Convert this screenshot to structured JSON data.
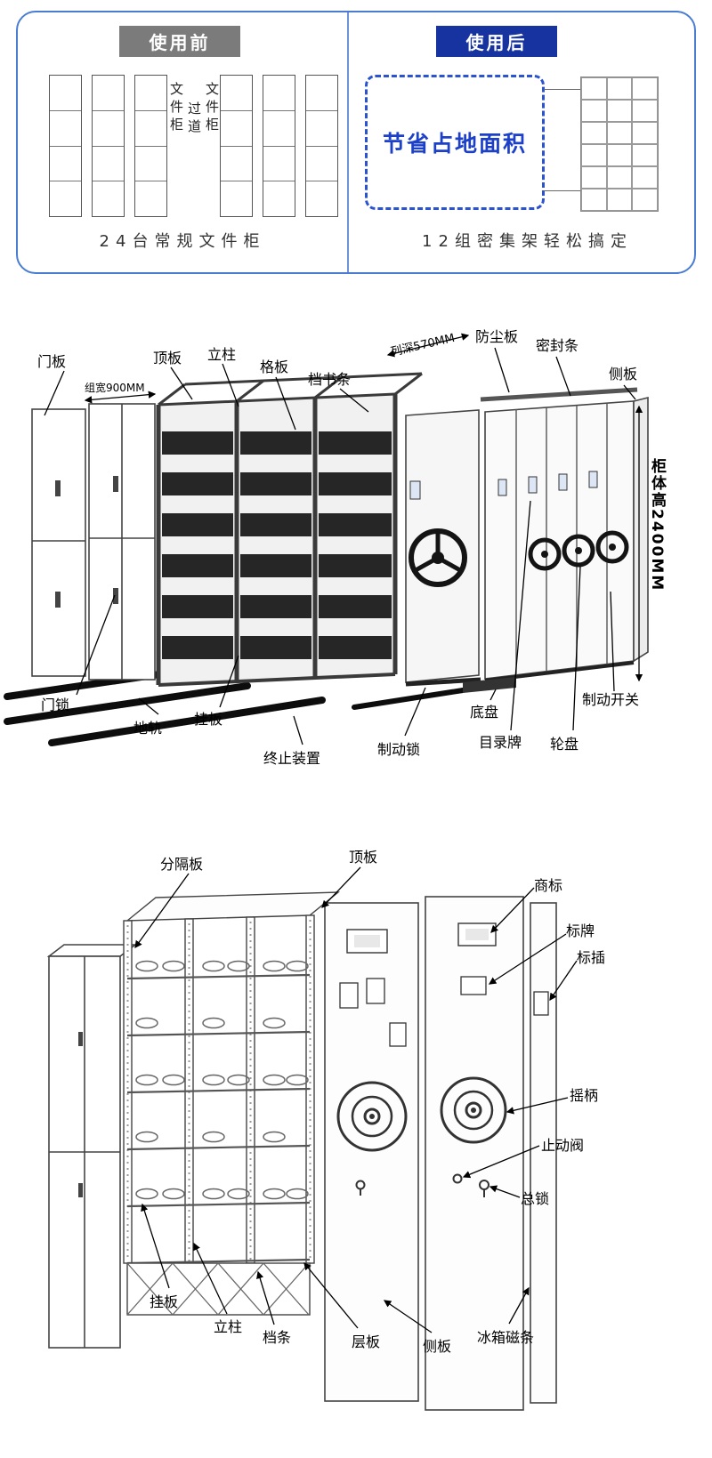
{
  "colors": {
    "panel_border": "#4a7dd2",
    "badge_before_bg": "#7b7b7b",
    "badge_after_bg": "#16339f",
    "highlight_blue": "#1d40c8",
    "line_dark": "#333333"
  },
  "comparison": {
    "before": {
      "badge": "使用前",
      "vertical_labels": [
        "文件柜",
        "过道",
        "文件柜"
      ],
      "caption": "24台常规文件柜"
    },
    "after": {
      "badge": "使用后",
      "highlight": "节省占地面积",
      "caption": "12组密集架轻松搞定"
    }
  },
  "middle_diagram": {
    "labels": {
      "door_panel": "门板",
      "group_width": "组宽900MM",
      "top_panel": "顶板",
      "column": "立柱",
      "shelf_board": "格板",
      "book_strip": "档书条",
      "row_depth": "列深570MM",
      "dust_panel": "防尘板",
      "seal_strip": "密封条",
      "side_panel": "侧板",
      "cabinet_height": "柜体高2400MM",
      "door_lock": "门锁",
      "ground_rail": "地轨",
      "hanging_plate": "挂板",
      "stop_device": "终止装置",
      "brake_lock": "制动锁",
      "chassis": "底盘",
      "catalog_plate": "目录牌",
      "hand_wheel": "轮盘",
      "brake_switch": "制动开关"
    }
  },
  "bottom_diagram": {
    "labels": {
      "divider_panel": "分隔板",
      "top_panel": "顶板",
      "trademark": "商标",
      "name_plate": "标牌",
      "label_insert": "标插",
      "crank_handle": "摇柄",
      "stop_valve": "止动阀",
      "main_lock": "总锁",
      "hanging_plate": "挂板",
      "column": "立柱",
      "file_strip": "档条",
      "shelf_board": "层板",
      "side_panel": "侧板",
      "fridge_magnetic_strip": "冰箱磁条"
    }
  }
}
